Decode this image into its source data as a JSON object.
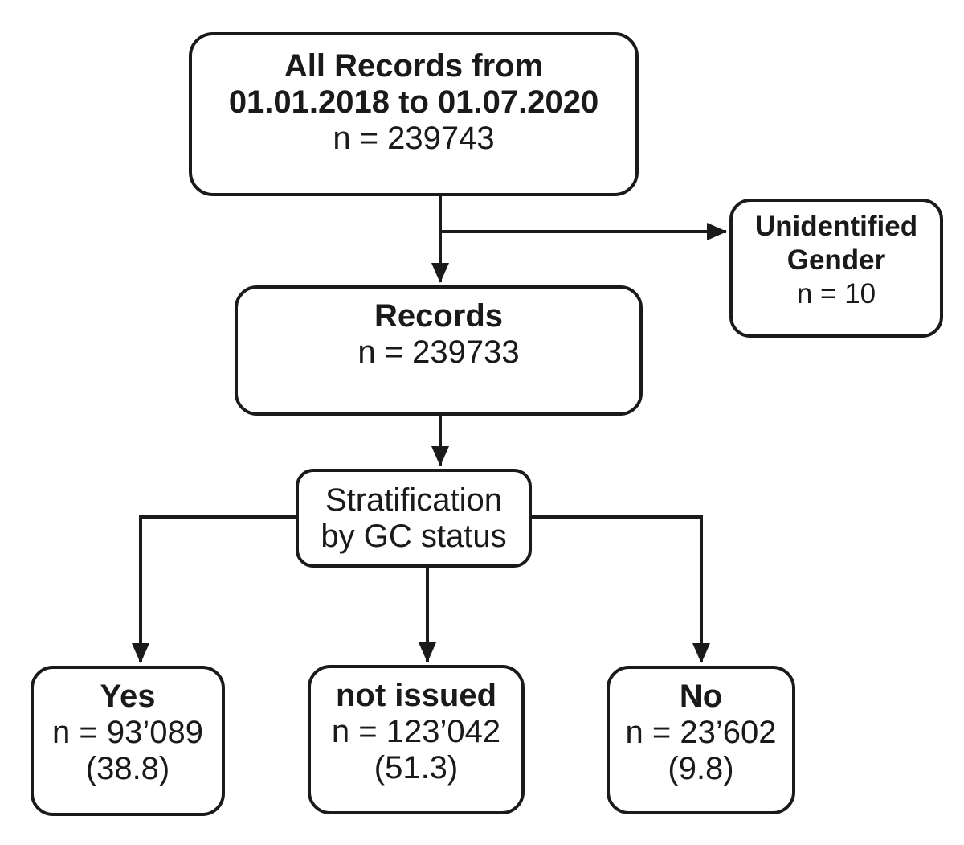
{
  "colors": {
    "ink": "#1a1a1a",
    "fill": "#ffffff",
    "background": "#ffffff"
  },
  "nodes": {
    "all_records": {
      "l1": "All Records from",
      "l2": "01.01.2018 to 01.07.2020",
      "l3": "n = 239743"
    },
    "unidentified_gender": {
      "l1": "Unidentified",
      "l2": "Gender",
      "l3": "n = 10"
    },
    "records": {
      "l1": "Records",
      "l2": "n = 239733"
    },
    "stratification": {
      "l1": "Stratification",
      "l2": "by GC status"
    },
    "gc_yes": {
      "l1": "Yes",
      "l2": "n = 93’089",
      "l3": "(38.8)"
    },
    "gc_not_issued": {
      "l1": "not issued",
      "l2": "n = 123’042",
      "l3": "(51.3)"
    },
    "gc_no": {
      "l1": "No",
      "l2": "n = 23’602",
      "l3": "(9.8)"
    }
  },
  "edges": [
    {
      "from": "all_records",
      "to": "records"
    },
    {
      "from": "all_records",
      "to": "unidentified_gender"
    },
    {
      "from": "records",
      "to": "stratification"
    },
    {
      "from": "stratification",
      "to": "gc_yes"
    },
    {
      "from": "stratification",
      "to": "gc_not_issued"
    },
    {
      "from": "stratification",
      "to": "gc_no"
    }
  ]
}
